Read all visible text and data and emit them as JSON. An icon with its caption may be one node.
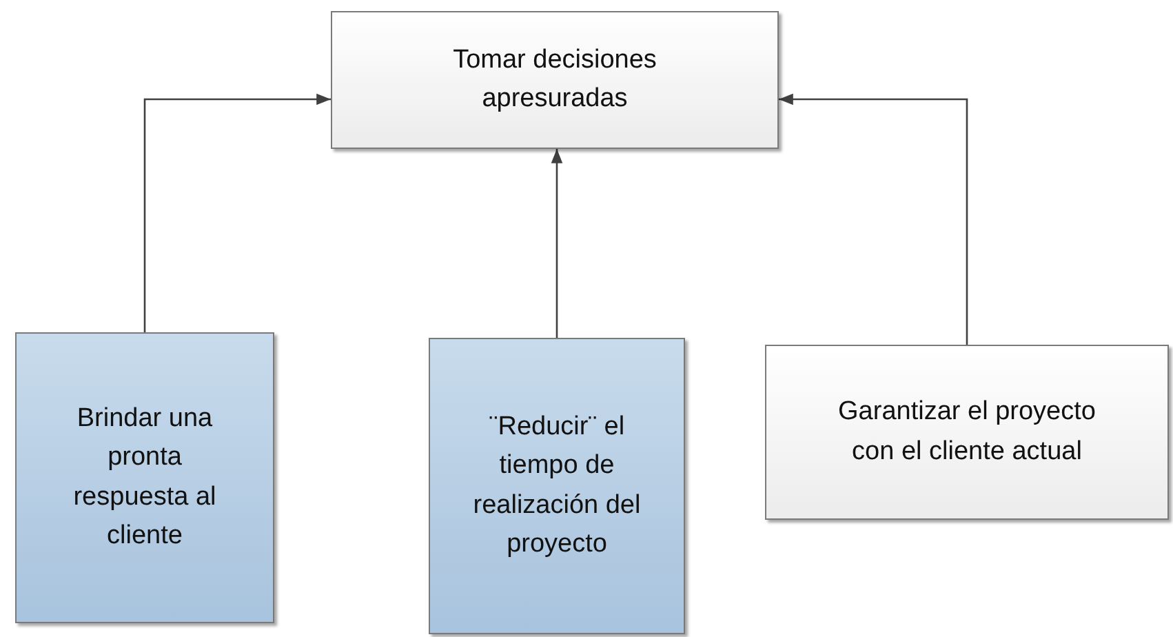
{
  "diagram": {
    "nodes": [
      {
        "text": [
          "Tomar decisiones apresuradas"
        ]
      },
      {
        "text": [
          "Brindar una pronta respuesta al cliente"
        ]
      },
      {
        "text": [
          "¨Reducir¨ el tiempo de realización del proyecto"
        ]
      },
      {
        "text": [
          "Garantizar el proyecto con el cliente actual"
        ]
      }
    ],
    "edges": [
      {
        "from": 1,
        "to": 0,
        "arrow": "to"
      },
      {
        "from": 2,
        "to": 0,
        "arrow": "to"
      },
      {
        "from": 3,
        "to": 0,
        "arrow": "to"
      }
    ]
  }
}
